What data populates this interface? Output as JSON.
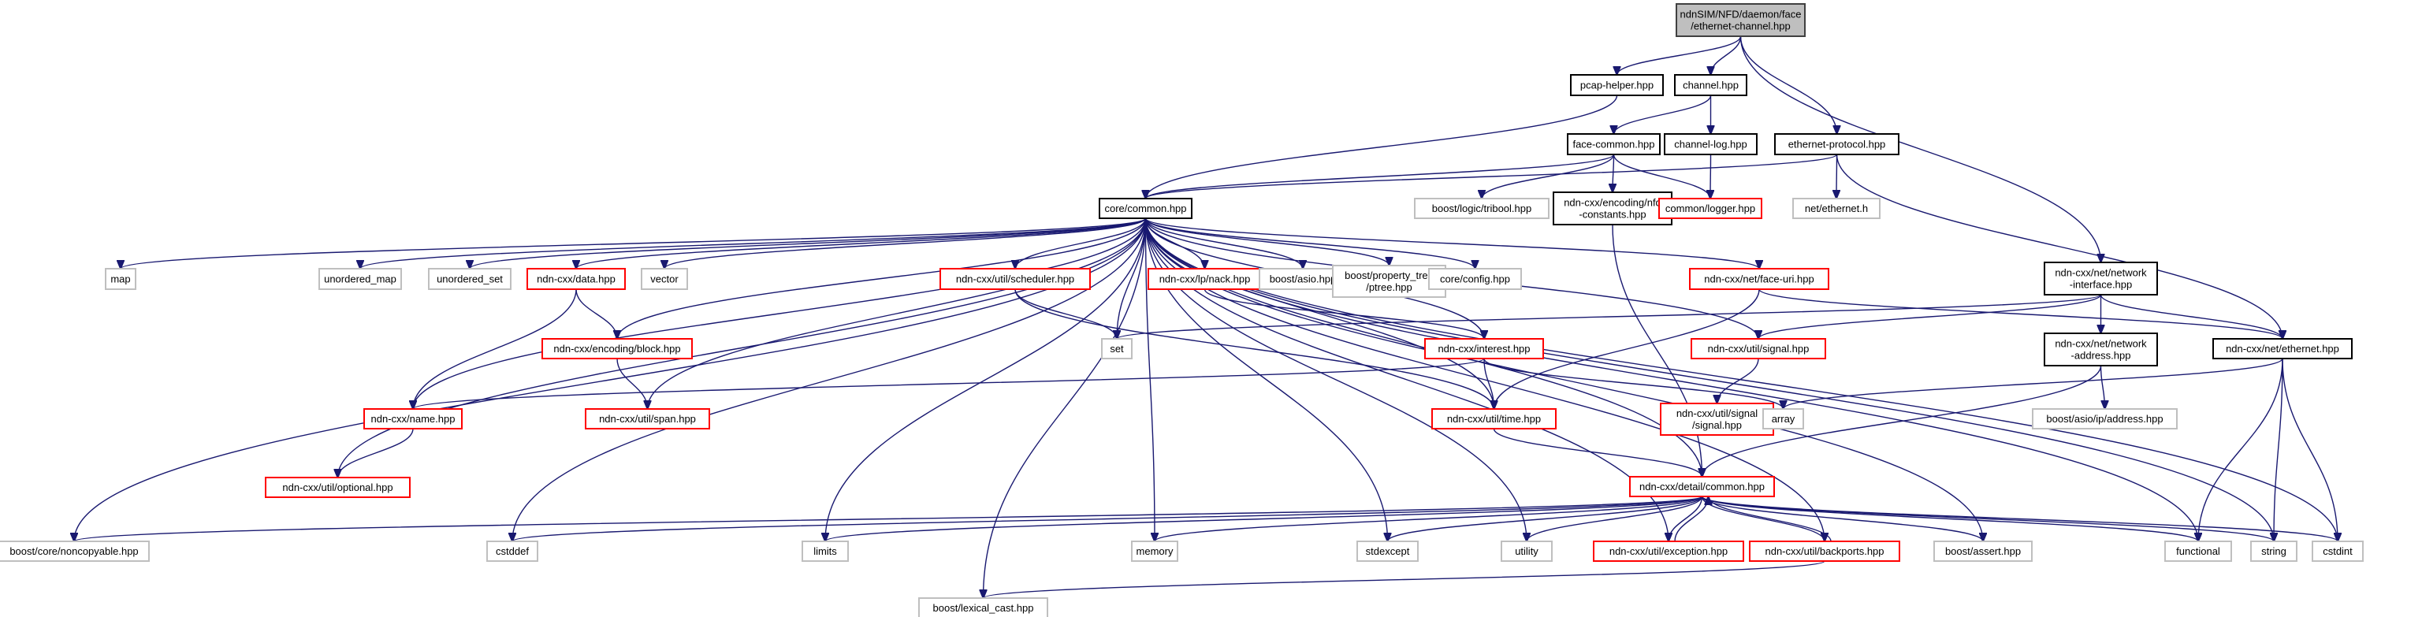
{
  "diagram": {
    "type": "include-dependency-graph",
    "root": "root",
    "colors": {
      "edge": "#191970",
      "root_fill": "#bfbfbf",
      "documented_border": "#000000",
      "undocumented_border": "#ff0000",
      "external_border": "#bfbfbf"
    },
    "nodes": [
      {
        "id": "root",
        "lines": [
          "ndnSIM/NFD/daemon/face",
          "/ethernet-channel.hpp"
        ],
        "kind": "root"
      },
      {
        "id": "pcap",
        "lines": [
          "pcap-helper.hpp"
        ],
        "kind": "doc"
      },
      {
        "id": "channel",
        "lines": [
          "channel.hpp"
        ],
        "kind": "doc"
      },
      {
        "id": "ethproto",
        "lines": [
          "ethernet-protocol.hpp"
        ],
        "kind": "doc"
      },
      {
        "id": "facecommon",
        "lines": [
          "face-common.hpp"
        ],
        "kind": "doc"
      },
      {
        "id": "channellog",
        "lines": [
          "channel-log.hpp"
        ],
        "kind": "doc"
      },
      {
        "id": "tribool",
        "lines": [
          "boost/logic/tribool.hpp"
        ],
        "kind": "ext"
      },
      {
        "id": "nfdconst",
        "lines": [
          "ndn-cxx/encoding/nfd",
          "-constants.hpp"
        ],
        "kind": "doc"
      },
      {
        "id": "logger",
        "lines": [
          "common/logger.hpp"
        ],
        "kind": "red"
      },
      {
        "id": "netethh",
        "lines": [
          "net/ethernet.h"
        ],
        "kind": "ext"
      },
      {
        "id": "corecommon",
        "lines": [
          "core/common.hpp"
        ],
        "kind": "doc"
      },
      {
        "id": "map",
        "lines": [
          "map"
        ],
        "kind": "ext"
      },
      {
        "id": "umap",
        "lines": [
          "unordered_map"
        ],
        "kind": "ext"
      },
      {
        "id": "uset",
        "lines": [
          "unordered_set"
        ],
        "kind": "ext"
      },
      {
        "id": "data",
        "lines": [
          "ndn-cxx/data.hpp"
        ],
        "kind": "red"
      },
      {
        "id": "vector",
        "lines": [
          "vector"
        ],
        "kind": "ext"
      },
      {
        "id": "scheduler",
        "lines": [
          "ndn-cxx/util/scheduler.hpp"
        ],
        "kind": "red"
      },
      {
        "id": "nack",
        "lines": [
          "ndn-cxx/lp/nack.hpp"
        ],
        "kind": "red"
      },
      {
        "id": "asio",
        "lines": [
          "boost/asio.hpp"
        ],
        "kind": "ext"
      },
      {
        "id": "ptree",
        "lines": [
          "boost/property_tree",
          "/ptree.hpp"
        ],
        "kind": "ext"
      },
      {
        "id": "config",
        "lines": [
          "core/config.hpp"
        ],
        "kind": "ext"
      },
      {
        "id": "faceuri",
        "lines": [
          "ndn-cxx/net/face-uri.hpp"
        ],
        "kind": "red"
      },
      {
        "id": "netif",
        "lines": [
          "ndn-cxx/net/network",
          "-interface.hpp"
        ],
        "kind": "doc"
      },
      {
        "id": "set",
        "lines": [
          "set"
        ],
        "kind": "ext"
      },
      {
        "id": "block",
        "lines": [
          "ndn-cxx/encoding/block.hpp"
        ],
        "kind": "red"
      },
      {
        "id": "interest",
        "lines": [
          "ndn-cxx/interest.hpp"
        ],
        "kind": "red"
      },
      {
        "id": "signal",
        "lines": [
          "ndn-cxx/util/signal.hpp"
        ],
        "kind": "red"
      },
      {
        "id": "netaddr",
        "lines": [
          "ndn-cxx/net/network",
          "-address.hpp"
        ],
        "kind": "doc"
      },
      {
        "id": "ethernet",
        "lines": [
          "ndn-cxx/net/ethernet.hpp"
        ],
        "kind": "doc"
      },
      {
        "id": "name",
        "lines": [
          "ndn-cxx/name.hpp"
        ],
        "kind": "red"
      },
      {
        "id": "span",
        "lines": [
          "ndn-cxx/util/span.hpp"
        ],
        "kind": "red"
      },
      {
        "id": "time",
        "lines": [
          "ndn-cxx/util/time.hpp"
        ],
        "kind": "red"
      },
      {
        "id": "sigsig",
        "lines": [
          "ndn-cxx/util/signal",
          "/signal.hpp"
        ],
        "kind": "red"
      },
      {
        "id": "array",
        "lines": [
          "array"
        ],
        "kind": "ext"
      },
      {
        "id": "ipaddr",
        "lines": [
          "boost/asio/ip/address.hpp"
        ],
        "kind": "ext"
      },
      {
        "id": "optional",
        "lines": [
          "ndn-cxx/util/optional.hpp"
        ],
        "kind": "red"
      },
      {
        "id": "detail",
        "lines": [
          "ndn-cxx/detail/common.hpp"
        ],
        "kind": "red"
      },
      {
        "id": "noncopy",
        "lines": [
          "boost/core/noncopyable.hpp"
        ],
        "kind": "ext"
      },
      {
        "id": "cstddef",
        "lines": [
          "cstddef"
        ],
        "kind": "ext"
      },
      {
        "id": "limits",
        "lines": [
          "limits"
        ],
        "kind": "ext"
      },
      {
        "id": "memory",
        "lines": [
          "memory"
        ],
        "kind": "ext"
      },
      {
        "id": "stdexcept",
        "lines": [
          "stdexcept"
        ],
        "kind": "ext"
      },
      {
        "id": "utility",
        "lines": [
          "utility"
        ],
        "kind": "ext"
      },
      {
        "id": "exception",
        "lines": [
          "ndn-cxx/util/exception.hpp"
        ],
        "kind": "red"
      },
      {
        "id": "backports",
        "lines": [
          "ndn-cxx/util/backports.hpp"
        ],
        "kind": "red"
      },
      {
        "id": "bassert",
        "lines": [
          "boost/assert.hpp"
        ],
        "kind": "ext"
      },
      {
        "id": "functional",
        "lines": [
          "functional"
        ],
        "kind": "ext"
      },
      {
        "id": "string",
        "lines": [
          "string"
        ],
        "kind": "ext"
      },
      {
        "id": "cstdint",
        "lines": [
          "cstdint"
        ],
        "kind": "ext"
      },
      {
        "id": "lexical",
        "lines": [
          "boost/lexical_cast.hpp"
        ],
        "kind": "ext"
      }
    ],
    "edges": [
      [
        "root",
        "pcap"
      ],
      [
        "root",
        "channel"
      ],
      [
        "root",
        "ethproto"
      ],
      [
        "root",
        "netif"
      ],
      [
        "pcap",
        "corecommon"
      ],
      [
        "channel",
        "facecommon"
      ],
      [
        "channel",
        "channellog"
      ],
      [
        "ethproto",
        "corecommon"
      ],
      [
        "ethproto",
        "netethh"
      ],
      [
        "ethproto",
        "ethernet"
      ],
      [
        "facecommon",
        "corecommon"
      ],
      [
        "facecommon",
        "tribool"
      ],
      [
        "facecommon",
        "nfdconst"
      ],
      [
        "facecommon",
        "logger"
      ],
      [
        "channellog",
        "logger"
      ],
      [
        "nfdconst",
        "detail"
      ],
      [
        "corecommon",
        "map"
      ],
      [
        "corecommon",
        "umap"
      ],
      [
        "corecommon",
        "uset"
      ],
      [
        "corecommon",
        "data"
      ],
      [
        "corecommon",
        "vector"
      ],
      [
        "corecommon",
        "scheduler"
      ],
      [
        "corecommon",
        "nack"
      ],
      [
        "corecommon",
        "asio"
      ],
      [
        "corecommon",
        "ptree"
      ],
      [
        "corecommon",
        "config"
      ],
      [
        "corecommon",
        "faceuri"
      ],
      [
        "corecommon",
        "set"
      ],
      [
        "corecommon",
        "block"
      ],
      [
        "corecommon",
        "interest"
      ],
      [
        "corecommon",
        "signal"
      ],
      [
        "corecommon",
        "name"
      ],
      [
        "corecommon",
        "span"
      ],
      [
        "corecommon",
        "time"
      ],
      [
        "corecommon",
        "optional"
      ],
      [
        "corecommon",
        "noncopy"
      ],
      [
        "corecommon",
        "cstddef"
      ],
      [
        "corecommon",
        "limits"
      ],
      [
        "corecommon",
        "memory"
      ],
      [
        "corecommon",
        "stdexcept"
      ],
      [
        "corecommon",
        "utility"
      ],
      [
        "corecommon",
        "exception"
      ],
      [
        "corecommon",
        "backports"
      ],
      [
        "corecommon",
        "bassert"
      ],
      [
        "corecommon",
        "functional"
      ],
      [
        "corecommon",
        "string"
      ],
      [
        "corecommon",
        "cstdint"
      ],
      [
        "corecommon",
        "lexical"
      ],
      [
        "corecommon",
        "detail"
      ],
      [
        "data",
        "block"
      ],
      [
        "data",
        "name"
      ],
      [
        "scheduler",
        "set"
      ],
      [
        "scheduler",
        "time"
      ],
      [
        "nack",
        "interest"
      ],
      [
        "faceuri",
        "time"
      ],
      [
        "faceuri",
        "ethernet"
      ],
      [
        "netif",
        "set"
      ],
      [
        "netif",
        "signal"
      ],
      [
        "netif",
        "netaddr"
      ],
      [
        "netif",
        "ethernet"
      ],
      [
        "block",
        "span"
      ],
      [
        "interest",
        "name"
      ],
      [
        "interest",
        "time"
      ],
      [
        "interest",
        "array"
      ],
      [
        "signal",
        "sigsig"
      ],
      [
        "netaddr",
        "detail"
      ],
      [
        "netaddr",
        "ipaddr"
      ],
      [
        "ethernet",
        "array"
      ],
      [
        "ethernet",
        "functional"
      ],
      [
        "ethernet",
        "string"
      ],
      [
        "ethernet",
        "cstdint"
      ],
      [
        "name",
        "optional"
      ],
      [
        "time",
        "detail"
      ],
      [
        "detail",
        "noncopy"
      ],
      [
        "detail",
        "cstddef"
      ],
      [
        "detail",
        "limits"
      ],
      [
        "detail",
        "memory"
      ],
      [
        "detail",
        "stdexcept"
      ],
      [
        "detail",
        "utility"
      ],
      [
        "detail",
        "exception"
      ],
      [
        "detail",
        "backports"
      ],
      [
        "detail",
        "bassert"
      ],
      [
        "detail",
        "functional"
      ],
      [
        "detail",
        "string"
      ],
      [
        "detail",
        "cstdint"
      ],
      [
        "exception",
        "detail"
      ],
      [
        "backports",
        "detail"
      ],
      [
        "backports",
        "lexical"
      ]
    ]
  }
}
